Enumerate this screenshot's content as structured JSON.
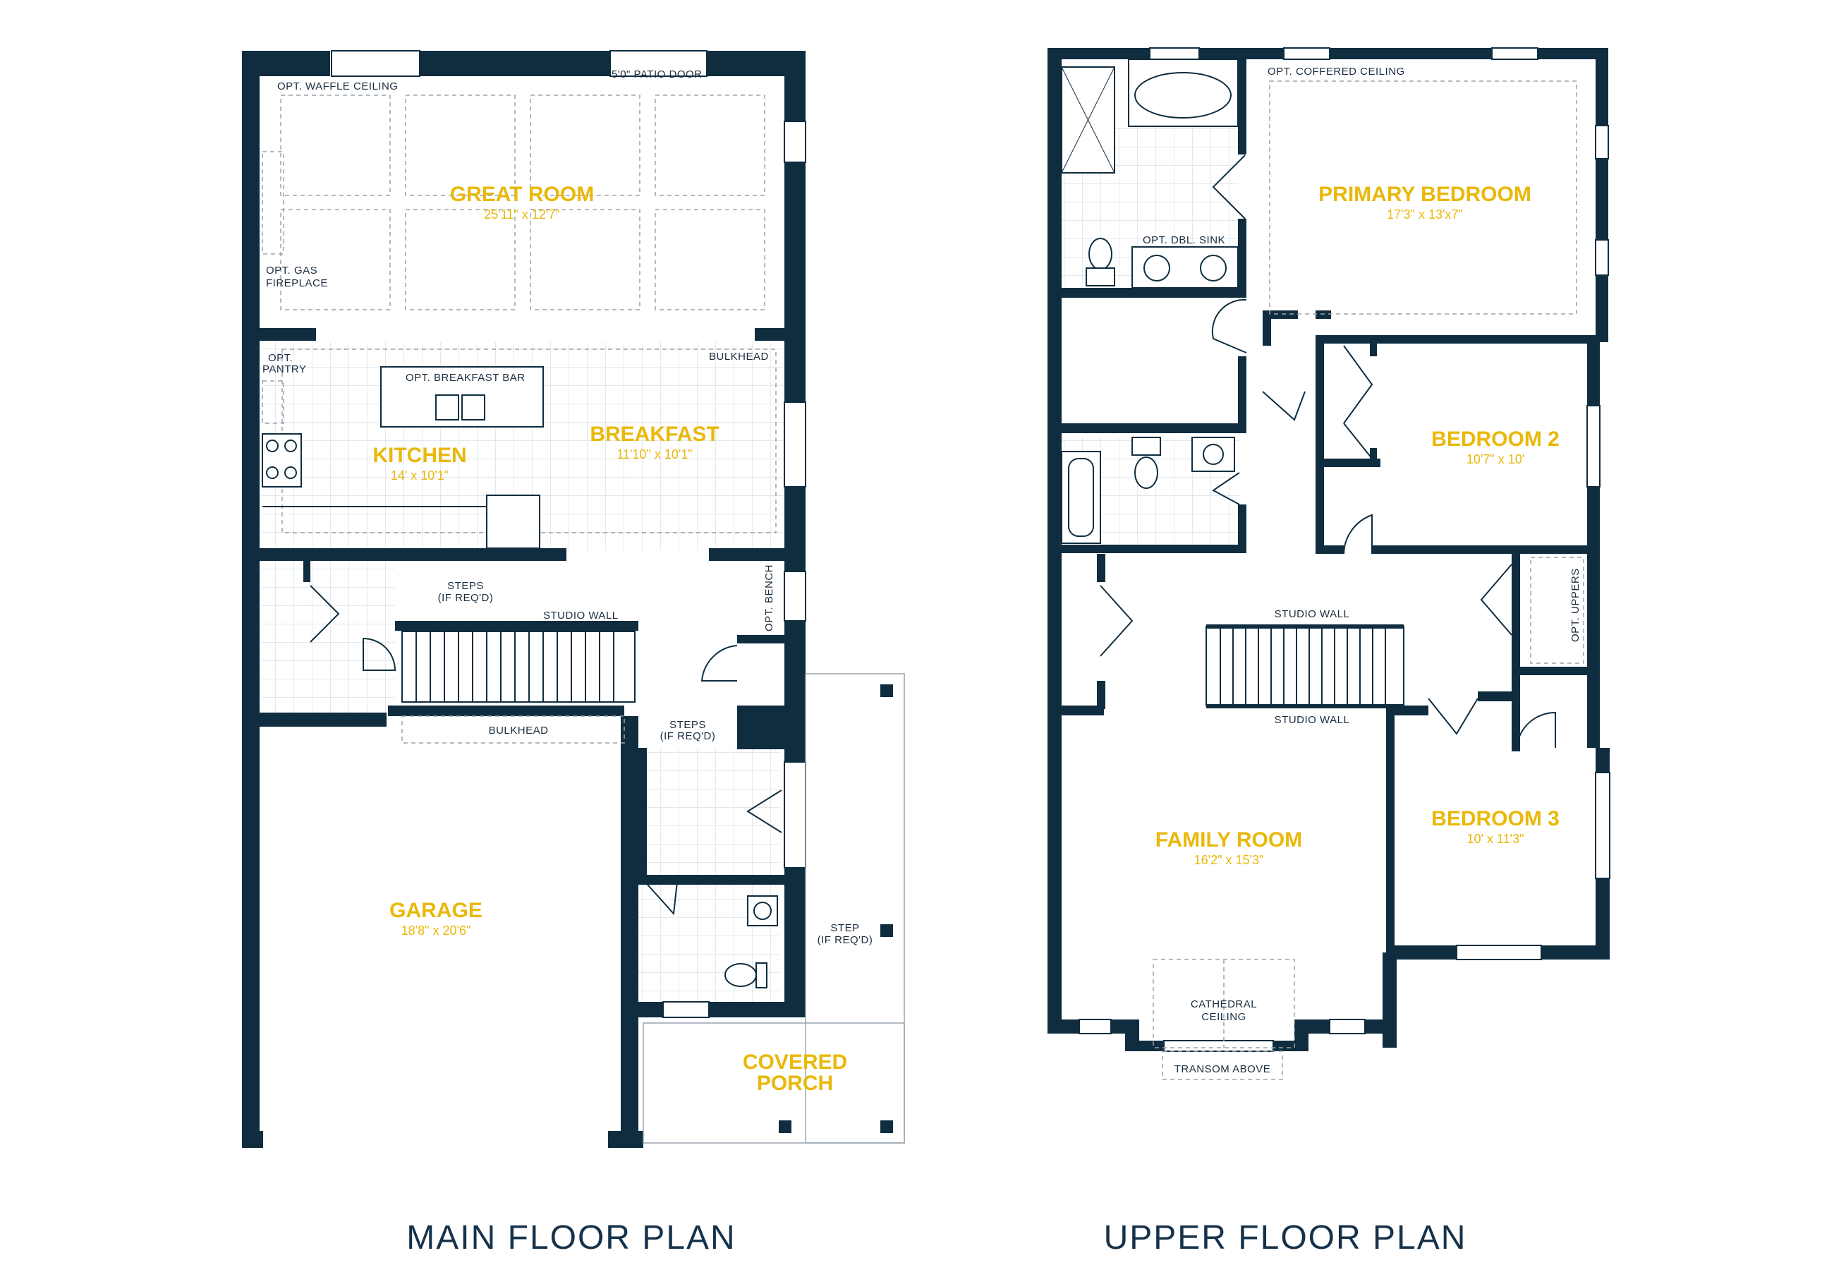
{
  "main_floor": {
    "title": "MAIN FLOOR PLAN",
    "rooms": {
      "great_room": {
        "name": "GREAT ROOM",
        "dims": "25'11\" x 12'7\""
      },
      "kitchen": {
        "name": "KITCHEN",
        "dims": "14' x 10'1\""
      },
      "breakfast": {
        "name": "BREAKFAST",
        "dims": "11'10\" x 10'1\""
      },
      "garage": {
        "name": "GARAGE",
        "dims": "18'8\" x 20'6\""
      },
      "covered_porch": {
        "line1": "COVERED",
        "line2": "PORCH"
      }
    },
    "notes": {
      "waffle_ceiling": "OPT. WAFFLE CEILING",
      "patio_door": "5'0\" PATIO DOOR",
      "gas_fireplace_1": "OPT. GAS",
      "gas_fireplace_2": "FIREPLACE",
      "pantry_1": "OPT.",
      "pantry_2": "PANTRY",
      "breakfast_bar": "OPT. BREAKFAST BAR",
      "bulkhead_top": "BULKHEAD",
      "steps1_1": "STEPS",
      "steps1_2": "(IF REQ'D)",
      "studio_wall": "STUDIO WALL",
      "opt_bench": "OPT. BENCH",
      "bulkhead_garage": "BULKHEAD",
      "steps2_1": "STEPS",
      "steps2_2": "(IF REQ'D)",
      "step_1": "STEP",
      "step_2": "(IF REQ'D)"
    }
  },
  "upper_floor": {
    "title": "UPPER FLOOR PLAN",
    "rooms": {
      "primary_bedroom": {
        "name": "PRIMARY BEDROOM",
        "dims": "17'3\" x 13'x7\""
      },
      "bedroom2": {
        "name": "BEDROOM 2",
        "dims": "10'7\" x 10'"
      },
      "bedroom3": {
        "name": "BEDROOM 3",
        "dims": "10' x 11'3\""
      },
      "family_room": {
        "name": "FAMILY ROOM",
        "dims": "16'2\" x 15'3\""
      }
    },
    "notes": {
      "coffered_ceiling": "OPT. COFFERED CEILING",
      "dbl_sink": "OPT. DBL. SINK",
      "studio_wall_top": "STUDIO WALL",
      "studio_wall_bottom": "STUDIO WALL",
      "opt_uppers": "OPT. UPPERS",
      "cathedral_1": "CATHEDRAL",
      "cathedral_2": "CEILING",
      "transom": "TRANSOM ABOVE"
    }
  },
  "colors": {
    "wall": "#0f2d3f",
    "label": "#e9b80a",
    "title": "#16324a"
  }
}
